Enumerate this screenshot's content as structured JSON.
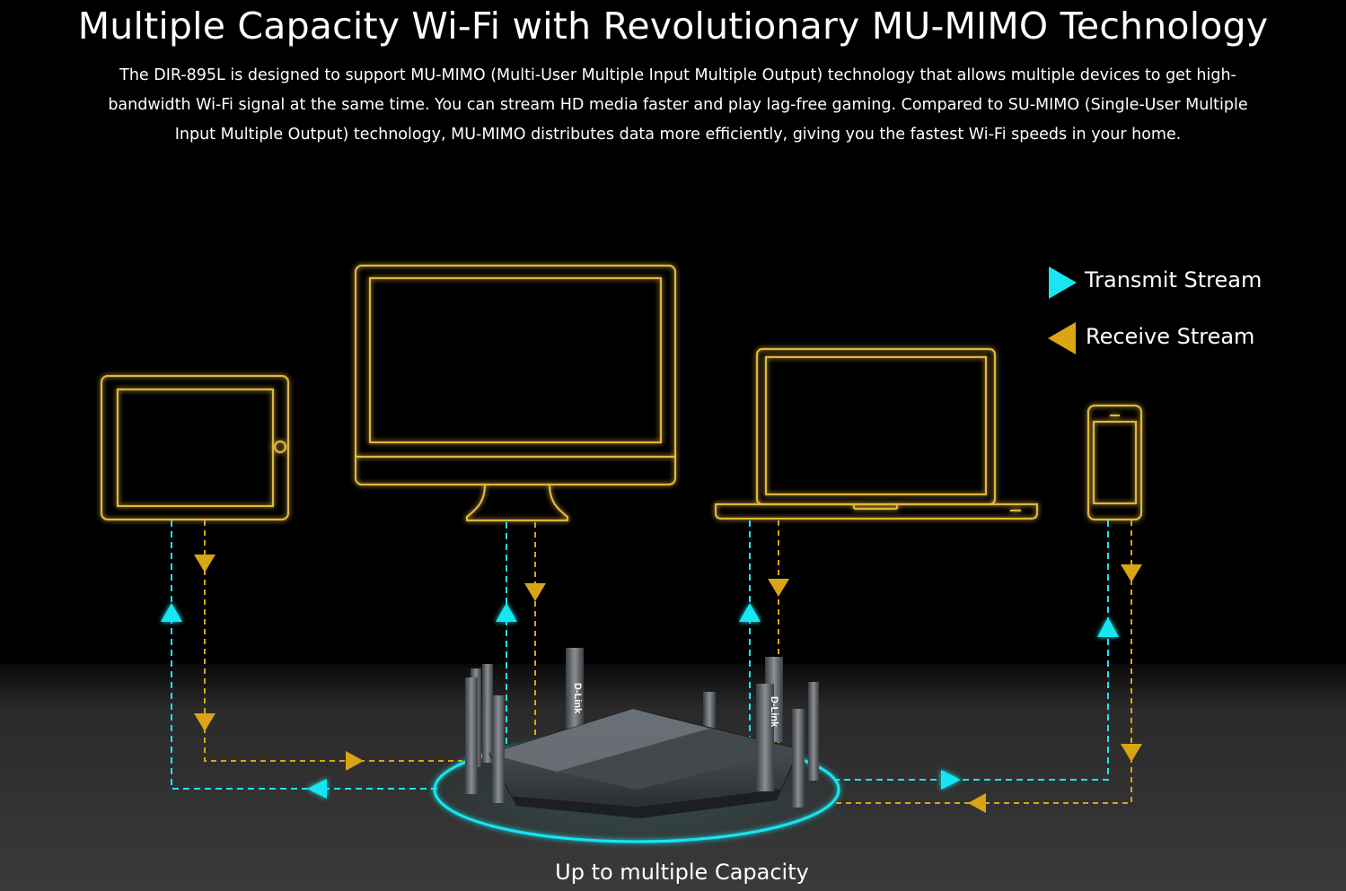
{
  "header": {
    "title": "Multiple Capacity Wi-Fi with Revolutionary MU-MIMO Technology",
    "description": "The DIR-895L is designed to support MU-MIMO (Multi-User Multiple Input Multiple Output) technology that allows multiple devices to get high-bandwidth Wi-Fi signal at the same time. You can stream HD media faster and play lag-free gaming. Compared to SU-MIMO (Single-User Multiple Input Multiple Output) technology, MU-MIMO distributes data more efficiently, giving you the fastest Wi-Fi speeds in your home."
  },
  "legend": {
    "transmit": {
      "label": "Transmit Stream",
      "color": "#19e6f2",
      "icon": "triangle-right-icon"
    },
    "receive": {
      "label": "Receive Stream",
      "color": "#d9a514",
      "icon": "triangle-left-icon"
    }
  },
  "devices": [
    {
      "name": "tablet",
      "icon": "tablet-icon"
    },
    {
      "name": "monitor",
      "icon": "monitor-icon"
    },
    {
      "name": "laptop",
      "icon": "laptop-icon"
    },
    {
      "name": "phone",
      "icon": "phone-icon"
    }
  ],
  "router": {
    "brand": "D-Link",
    "icon": "router-icon"
  },
  "caption": "Up to multiple Capacity",
  "colors": {
    "background": "#000000",
    "outline": "#e0b63a",
    "transmit": "#19e6f2",
    "receive": "#d9a514"
  }
}
